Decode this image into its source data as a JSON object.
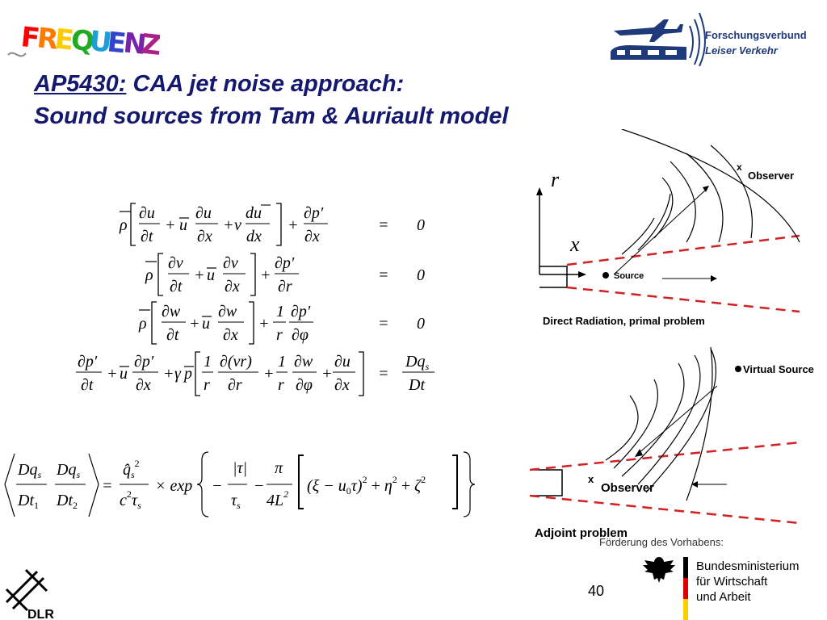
{
  "logos": {
    "frequenz": "FREQUENZ",
    "forschungsverbund_line1": "Forschungsverbund",
    "forschungsverbund_line2": "Leiser Verkehr",
    "dlr": "DLR"
  },
  "title": {
    "code": "AP5430:",
    "line1_rest": " CAA jet noise approach:",
    "line2": "Sound sources from Tam & Auriault model"
  },
  "diagrams": {
    "direct": {
      "axis_r": "r",
      "axis_x": "x",
      "observer_label": "Observer",
      "observer_marker": "x",
      "source_label": "Source",
      "caption": "Direct Radiation, primal problem"
    },
    "adjoint": {
      "virtual_source_label": "Virtual Source",
      "observer_label": "Observer",
      "observer_marker": "x",
      "caption": "Adjoint problem"
    }
  },
  "footer": {
    "foerderung_partial": "Förderung des Vorhabens:",
    "page_number": "40",
    "ministry_line1": "Bundesministerium",
    "ministry_line2": "für Wirtschaft",
    "ministry_line3": "und Arbeit"
  },
  "colors": {
    "title": "#14186e",
    "dashed_red": "#d42020",
    "flag_black": "#000000",
    "flag_red": "#dd0000",
    "flag_gold": "#ffcc00"
  }
}
